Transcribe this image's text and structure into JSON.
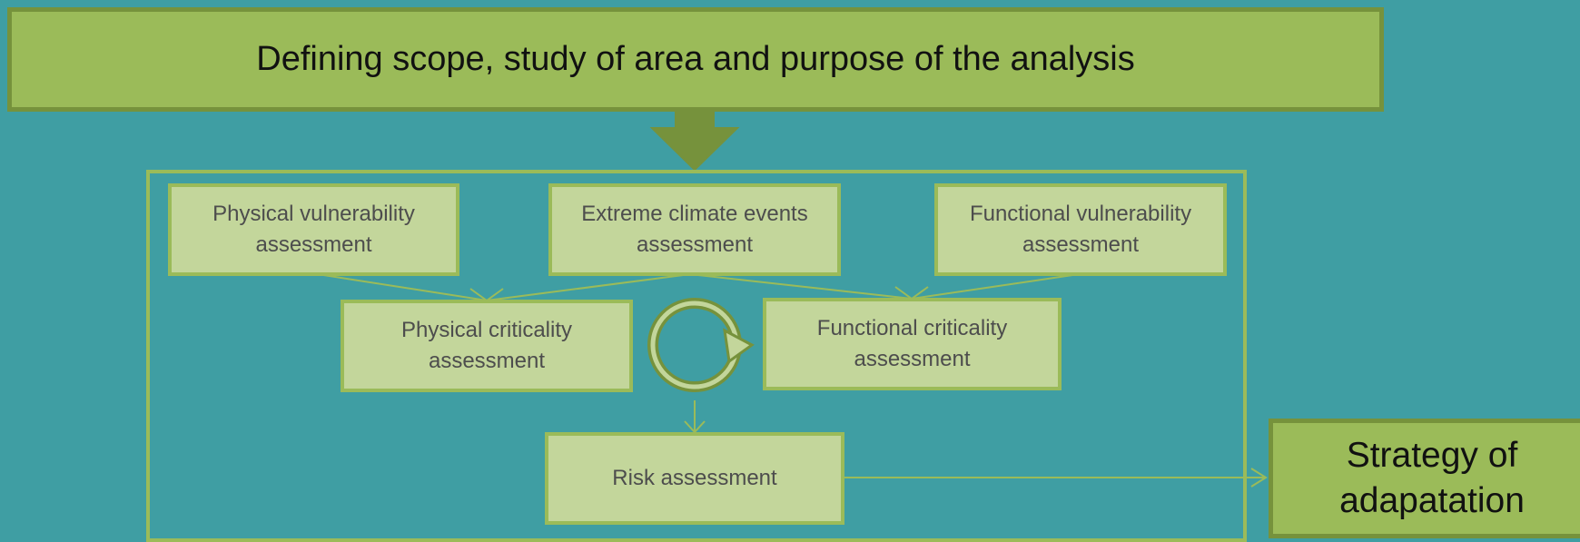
{
  "header": {
    "scope_label": "Defining scope, study of area and purpose of the analysis"
  },
  "assessments": {
    "physical_vulnerability": "Physical vulnerability assessment",
    "extreme_climate": "Extreme climate events assessment",
    "functional_vulnerability": "Functional vulnerability assessment",
    "physical_criticality": "Physical criticality assessment",
    "functional_criticality": "Functional criticality assessment",
    "risk": "Risk assessment"
  },
  "result": {
    "strategy_label": "Strategy of adapatation"
  },
  "colors": {
    "background": "#3f9ea3",
    "dark_green": "#76923c",
    "medium_green": "#9bbb59",
    "light_green": "#c3d69b"
  }
}
